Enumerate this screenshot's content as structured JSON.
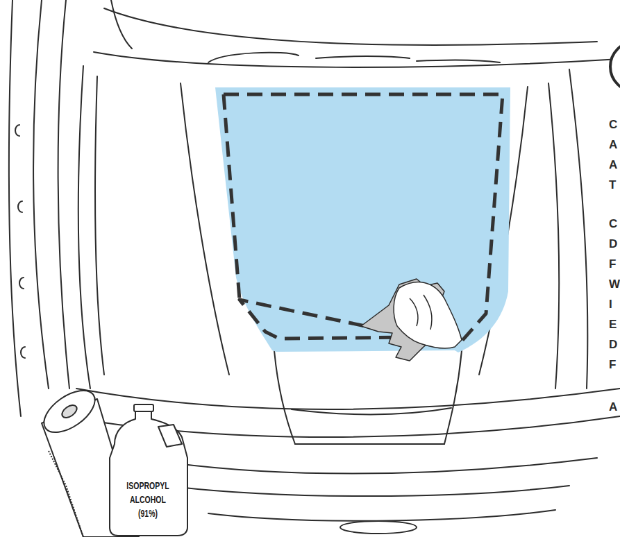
{
  "diagram": {
    "nodes": [
      {
        "text": [
          "ISOPROPYL ALCOHOL (91%)"
        ]
      }
    ],
    "labels": [
      "C",
      "A",
      "A",
      "T",
      "C",
      "D",
      "F",
      "W",
      "I",
      "E",
      "D",
      "F",
      "A"
    ]
  }
}
